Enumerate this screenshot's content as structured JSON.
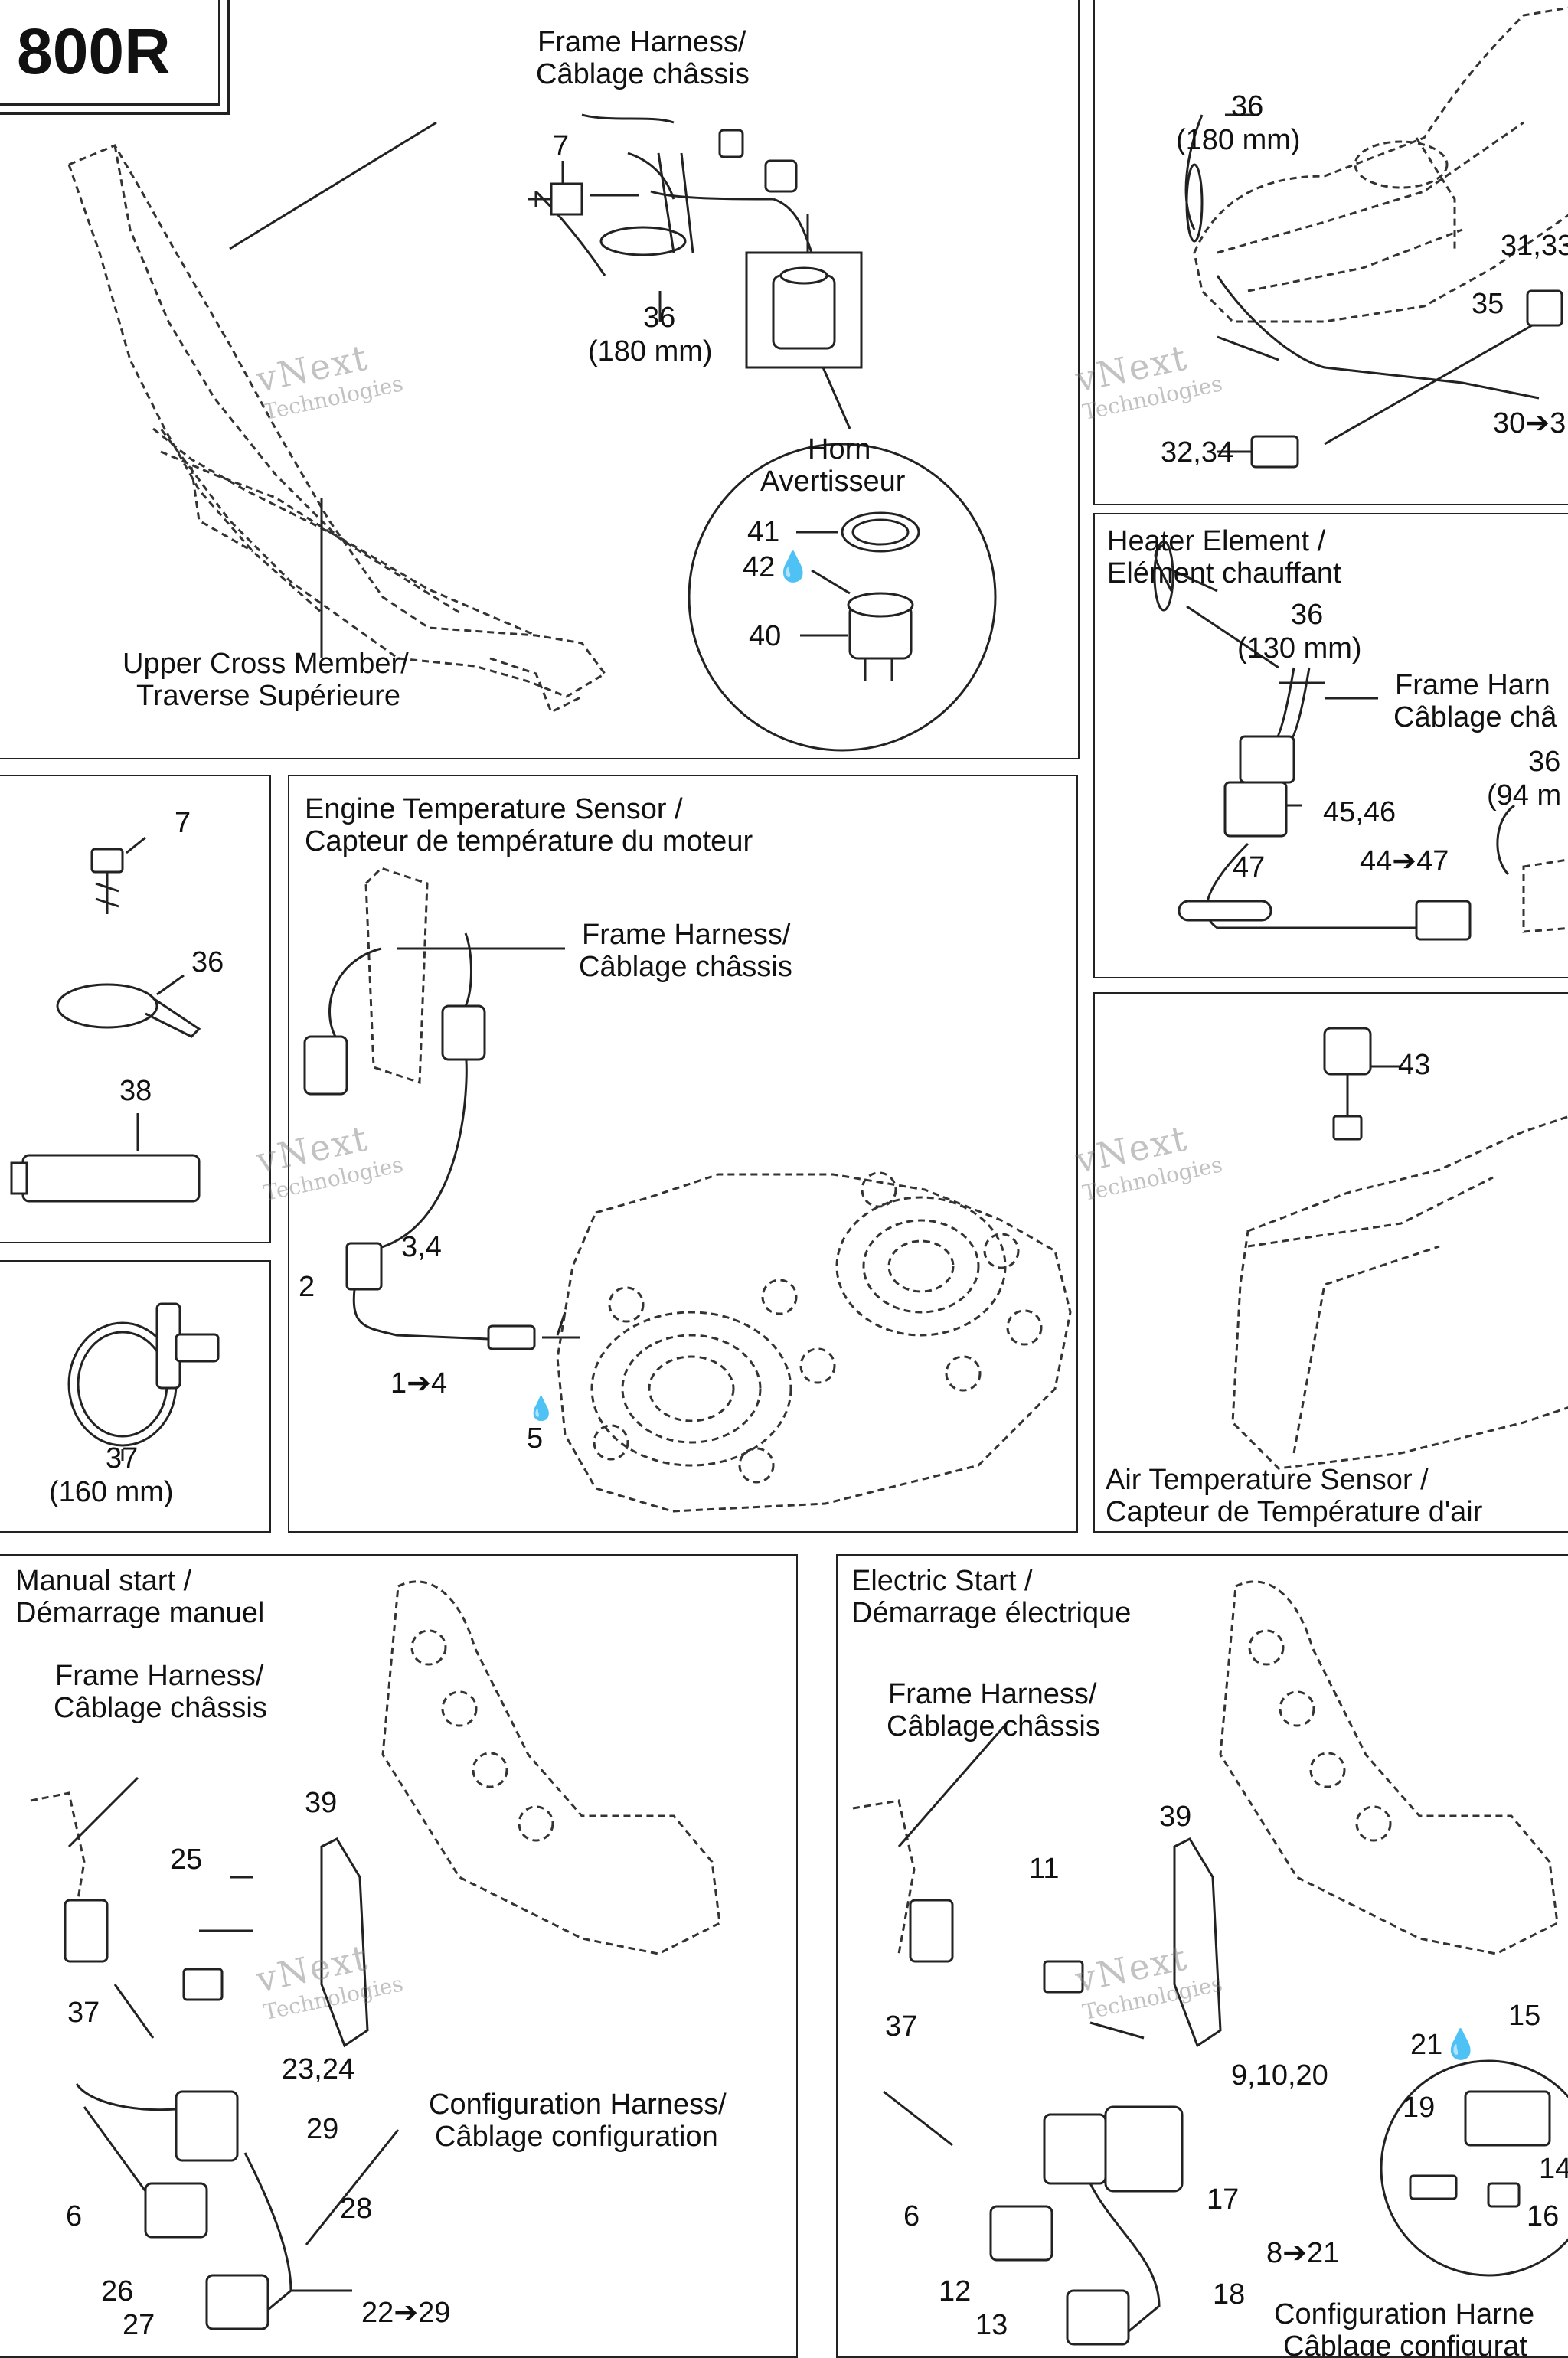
{
  "model": "800R",
  "watermark": {
    "line1": "vNext",
    "line2": "Technologies"
  },
  "frame_panel": {
    "frame_harness": [
      "Frame Harness/",
      "Câblage châssis"
    ],
    "part_7": "7",
    "part_36": "36",
    "tie_36_size": "(180 mm)",
    "horn": [
      "Horn",
      "Avertisseur"
    ],
    "part_41": "41",
    "part_42": "42",
    "part_40": "40",
    "upper_cross_member": [
      "Upper Cross Member/",
      "Traverse Supérieure"
    ]
  },
  "tank_panel": {
    "part_36": "36",
    "tie_size": "(180 mm)",
    "part_31_33": "31,33",
    "part_35": "35",
    "part_30": "30➔3",
    "part_32_34": "32,34"
  },
  "heater_panel": {
    "title": [
      "Heater Element /",
      "Elément chauffant"
    ],
    "part_36": "36",
    "tie_size": "(130 mm)",
    "frame_harness": [
      "Frame Harn",
      "Câblage châ"
    ],
    "part_45_46": "45,46",
    "part_36b": "36",
    "tie_size_b": "(94 m",
    "part_47": "47",
    "part_44_47": "44➔47"
  },
  "hardware_panel": {
    "part_7": "7",
    "part_36": "36",
    "part_38": "38"
  },
  "clamp_panel": {
    "part_37": "37",
    "size": "(160 mm)"
  },
  "engine_panel": {
    "title": [
      "Engine Temperature Sensor /",
      "Capteur de température du moteur"
    ],
    "frame_harness": [
      "Frame Harness/",
      "Câblage châssis"
    ],
    "part_2": "2",
    "part_3_4": "3,4",
    "part_1_4": "1➔4",
    "part_5": "5"
  },
  "air_panel": {
    "part_43": "43",
    "title": [
      "Air Temperature Sensor /",
      "Capteur de Température d'air"
    ]
  },
  "manual_panel": {
    "title": [
      "Manual start /",
      "Démarrage manuel"
    ],
    "frame_harness": [
      "Frame Harness/",
      "Câblage châssis"
    ],
    "part_39": "39",
    "part_25": "25",
    "part_37": "37",
    "part_23_24": "23,24",
    "part_29": "29",
    "config_harness": [
      "Configuration Harness/",
      "Câblage configuration"
    ],
    "part_6": "6",
    "part_28": "28",
    "part_26": "26",
    "part_27": "27",
    "part_22_29": "22➔29"
  },
  "electric_panel": {
    "title": [
      "Electric Start /",
      "Démarrage électrique"
    ],
    "frame_harness": [
      "Frame Harness/",
      "Câblage châssis"
    ],
    "part_39": "39",
    "part_11": "11",
    "part_37": "37",
    "part_9_10_20": "9,10,20",
    "part_15": "15",
    "part_21": "21",
    "part_19": "19",
    "part_14": "14",
    "part_16": "16",
    "part_6": "6",
    "part_17": "17",
    "part_8_21": "8➔21",
    "part_12": "12",
    "part_13": "13",
    "part_18": "18",
    "config_harness": [
      "Configuration Harne",
      "Câblage configurat"
    ]
  }
}
